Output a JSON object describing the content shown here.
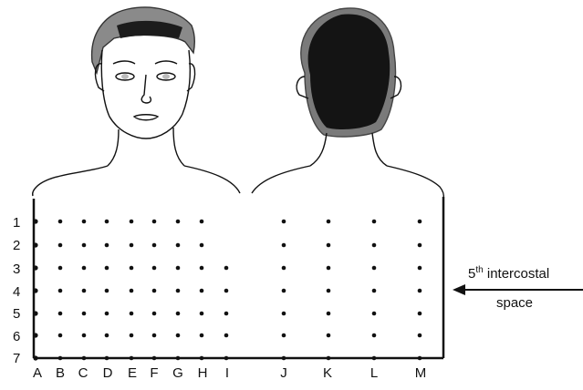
{
  "figure": {
    "row_labels": [
      "1",
      "2",
      "3",
      "4",
      "5",
      "6",
      "7"
    ],
    "column_labels": [
      "A",
      "B",
      "C",
      "D",
      "E",
      "F",
      "G",
      "H",
      "I",
      "J",
      "K",
      "L",
      "M"
    ],
    "annotation": {
      "ordinal_number": "5",
      "ordinal_suffix": "th",
      "line1_rest": "intercostal",
      "line2": "space"
    },
    "views": [
      "front-view",
      "back-view"
    ],
    "colors": {
      "ink": "#111111",
      "hair": "#1a1a1a",
      "hair_edge": "#7a7a7a"
    }
  }
}
